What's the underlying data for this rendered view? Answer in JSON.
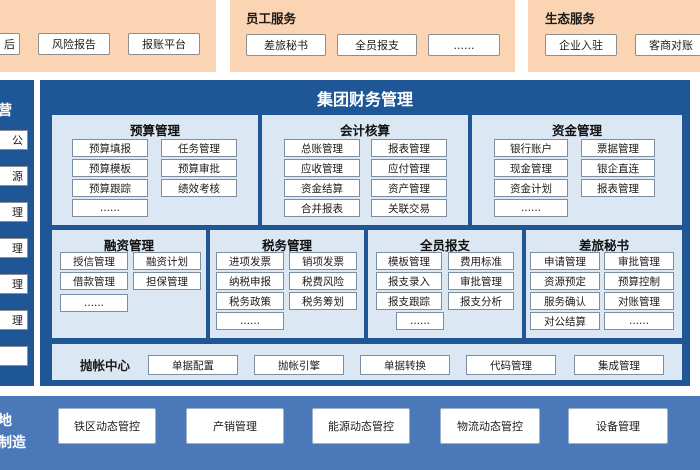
{
  "top": {
    "left_group": {
      "items": [
        "后",
        "风险报告",
        "报账平台"
      ]
    },
    "employee_service": {
      "title": "员工服务",
      "items": [
        "差旅秘书",
        "全员报支",
        "......"
      ]
    },
    "eco_service": {
      "title": "生态服务",
      "items": [
        "企业入驻",
        "客商对账"
      ]
    }
  },
  "left_column": {
    "title": "营",
    "items": [
      "公",
      "源",
      "理",
      "理",
      "理",
      "理",
      ""
    ]
  },
  "main": {
    "title": "集团财务管理",
    "panels": {
      "budget": {
        "title": "预算管理",
        "items": [
          "预算填报",
          "任务管理",
          "预算模板",
          "预算审批",
          "预算跟踪",
          "绩效考核",
          "......"
        ]
      },
      "accounting": {
        "title": "会计核算",
        "items": [
          "总账管理",
          "报表管理",
          "应收管理",
          "应付管理",
          "资金结算",
          "资产管理",
          "合并报表",
          "关联交易"
        ]
      },
      "funds": {
        "title": "资金管理",
        "items": [
          "银行账户",
          "票据管理",
          "现金管理",
          "银企直连",
          "资金计划",
          "报表管理",
          "......"
        ]
      },
      "financing": {
        "title": "融资管理",
        "items": [
          "授信管理",
          "融资计划",
          "借款管理",
          "担保管理",
          "......"
        ]
      },
      "tax": {
        "title": "税务管理",
        "items": [
          "进项发票",
          "销项发票",
          "纳税申报",
          "税费风险",
          "税务政策",
          "税务筹划",
          "......"
        ]
      },
      "reimburse": {
        "title": "全员报支",
        "items": [
          "模板管理",
          "费用标准",
          "报支录入",
          "审批管理",
          "报支跟踪",
          "报支分析",
          "......"
        ]
      },
      "travel": {
        "title": "差旅秘书",
        "items": [
          "申请管理",
          "审批管理",
          "资源预定",
          "预算控制",
          "服务确认",
          "对账管理",
          "对公结算",
          "......"
        ]
      }
    },
    "posting_center": {
      "title": "抛帐中心",
      "items": [
        "单据配置",
        "抛帐引擎",
        "单据转换",
        "代码管理",
        "集成管理"
      ]
    }
  },
  "bottom": {
    "left_label": [
      "地",
      "制造"
    ],
    "items": [
      "铁区动态管控",
      "产销管理",
      "能源动态管控",
      "物流动态管控",
      "设备管理"
    ]
  }
}
